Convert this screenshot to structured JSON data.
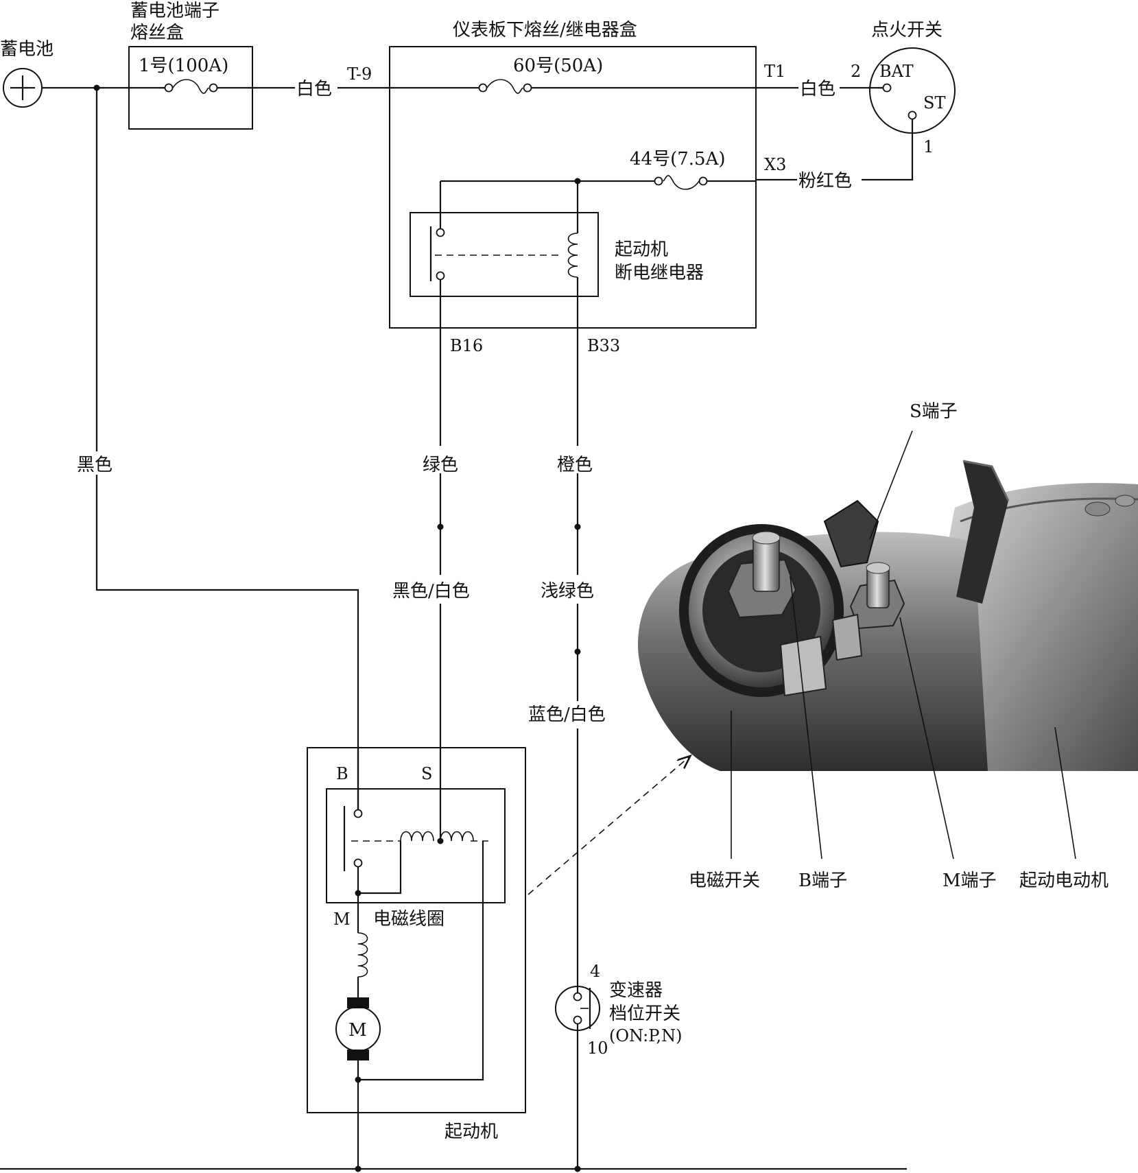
{
  "labels": {
    "battery": "蓄电池",
    "battery_fuse_box_1": "蓄电池端子",
    "battery_fuse_box_2": "熔丝盒",
    "fuse_1": "1号(100A)",
    "wire_white_1": "白色",
    "conn_t9": "T-9",
    "dash_box": "仪表板下熔丝/继电器盒",
    "fuse_60": "60号(50A)",
    "conn_t1": "T1",
    "wire_white_2": "白色",
    "ignition_switch": "点火开关",
    "pin_2": "2",
    "pin_bat": "BAT",
    "pin_st": "ST",
    "pin_1": "1",
    "fuse_44": "44号(7.5A)",
    "conn_x3": "X3",
    "wire_pink": "粉红色",
    "relay_1": "起动机",
    "relay_2": "断电继电器",
    "conn_b16": "B16",
    "conn_b33": "B33",
    "wire_black": "黑色",
    "wire_green": "绿色",
    "wire_orange": "橙色",
    "wire_black_white": "黑色/白色",
    "wire_light_green": "浅绿色",
    "wire_blue_white": "蓝色/白色",
    "term_b": "B",
    "term_s": "S",
    "term_m": "M",
    "solenoid_coil": "电磁线圈",
    "motor_m": "M",
    "starter": "起动机",
    "trans_pin_4": "4",
    "trans_switch_1": "变速器",
    "trans_switch_2": "档位开关",
    "trans_switch_3": "(ON:P,N)",
    "trans_pin_10": "10",
    "photo_s_terminal": "S端子",
    "photo_solenoid_switch": "电磁开关",
    "photo_b_terminal": "B端子",
    "photo_m_terminal": "M端子",
    "photo_starter_motor": "起动电动机"
  }
}
